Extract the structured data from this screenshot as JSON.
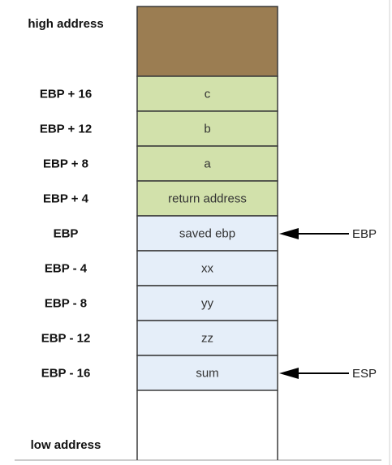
{
  "labels": {
    "high": "high address",
    "low": "low address"
  },
  "rows": [
    {
      "offset": "EBP + 16",
      "content": "c",
      "kind": "argument"
    },
    {
      "offset": "EBP + 12",
      "content": "b",
      "kind": "argument"
    },
    {
      "offset": "EBP + 8",
      "content": "a",
      "kind": "argument"
    },
    {
      "offset": "EBP + 4",
      "content": "return address",
      "kind": "argument"
    },
    {
      "offset": "EBP",
      "content": "saved ebp",
      "kind": "local"
    },
    {
      "offset": "EBP - 4",
      "content": "xx",
      "kind": "local"
    },
    {
      "offset": "EBP - 8",
      "content": "yy",
      "kind": "local"
    },
    {
      "offset": "EBP - 12",
      "content": "zz",
      "kind": "local"
    },
    {
      "offset": "EBP - 16",
      "content": "sum",
      "kind": "local"
    }
  ],
  "pointers": {
    "ebp": "EBP",
    "esp": "ESP"
  },
  "colors": {
    "caller_frame": "#9b7d52",
    "argument": "#d2e1ab",
    "local": "#e5eef9",
    "border": "#3a3a3a"
  }
}
